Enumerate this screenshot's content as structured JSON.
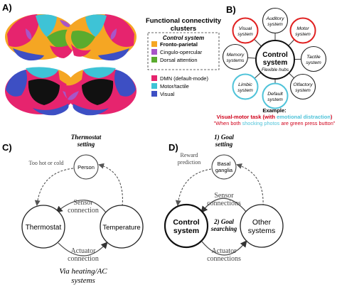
{
  "panels": {
    "a": "A)",
    "b": "B)",
    "c": "C)",
    "d": "D)"
  },
  "panel_a": {
    "legend_title_line1": "Functional connectivity",
    "legend_title_line2": "clusters",
    "control_system_label": "Control system",
    "items": [
      {
        "label": "Fronto-parietal",
        "color": "#f5a623",
        "bold": true
      },
      {
        "label": "Cingulo-opercular",
        "color": "#a855c8",
        "bold": false
      },
      {
        "label": "Dorsal attention",
        "color": "#5aab2e",
        "bold": false
      },
      {
        "label": "DMN (default-mode)",
        "color": "#e6246e",
        "bold": false
      },
      {
        "label": "Motor/tactile",
        "color": "#3ec3d6",
        "bold": false
      },
      {
        "label": "Visual",
        "color": "#3d4fc4",
        "bold": false
      }
    ]
  },
  "panel_b": {
    "hub_line1": "Control",
    "hub_line2": "system",
    "hub_line3": "Flexible hubs",
    "nodes": [
      {
        "l1": "Auditory",
        "l2": "system",
        "ring": "#222222"
      },
      {
        "l1": "Motor",
        "l2": "system",
        "ring": "#e02020"
      },
      {
        "l1": "Tactile",
        "l2": "system",
        "ring": "#222222"
      },
      {
        "l1": "Olfactory",
        "l2": "system",
        "ring": "#222222"
      },
      {
        "l1": "Default",
        "l2": "system",
        "ring": "#4fc3d9"
      },
      {
        "l1": "Limbic",
        "l2": "system",
        "ring": "#4fc3d9"
      },
      {
        "l1": "Memory",
        "l2": "systems",
        "ring": "#222222"
      },
      {
        "l1": "Visual",
        "l2": "system",
        "ring": "#e02020"
      }
    ],
    "example_label": "Example:",
    "task_prefix": "Visual-motor task (with ",
    "task_highlight": "emotional distraction",
    "task_suffix": ")",
    "quote_prefix": "\"When both ",
    "quote_highlight": "shocking photos",
    "quote_suffix": " are green press button\"",
    "red": "#d0021b",
    "cyan": "#4fc3d9"
  },
  "panel_c": {
    "top_title_l1": "Thermostat",
    "top_title_l2": "setting",
    "small_node": "Person",
    "side_note": "Too hot or cold",
    "left_node": "Thermostat",
    "right_node": "Temperature",
    "sensor_l1": "Sensor",
    "sensor_l2": "connection",
    "actuator_l1": "Actuator",
    "actuator_l2": "connection",
    "bottom_l1": "Via heating/AC",
    "bottom_l2": "systems"
  },
  "panel_d": {
    "top_title_l1": "1) Goal",
    "top_title_l2": "setting",
    "small_node_l1": "Basal",
    "small_node_l2": "ganglia",
    "side_note_l1": "Reward",
    "side_note_l2": "prediction",
    "left_node_l1": "Control",
    "left_node_l2": "system",
    "right_node_l1": "Other",
    "right_node_l2": "systems",
    "sensor_l1": "Sensor",
    "sensor_l2": "connections",
    "middle_l1": "2) Goal",
    "middle_l2": "searching",
    "actuator_l1": "Actuator",
    "actuator_l2": "connections"
  }
}
